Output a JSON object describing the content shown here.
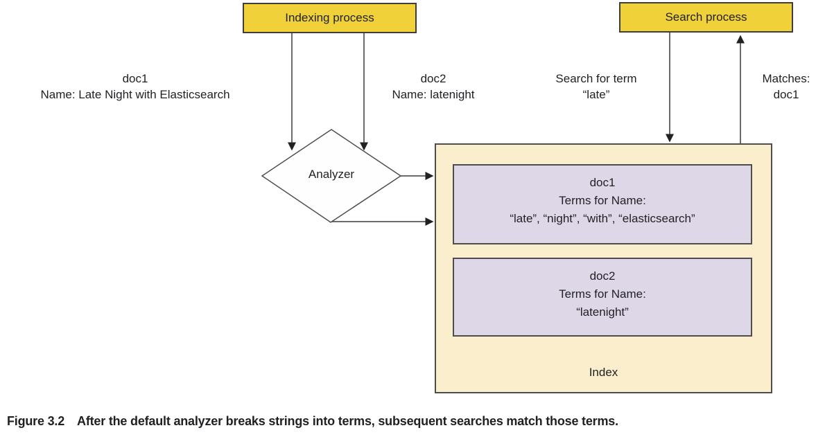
{
  "diagram": {
    "indexing_process_label": "Indexing process",
    "search_process_label": "Search process",
    "doc1_source": {
      "line1": "doc1",
      "line2": "Name: Late Night with Elasticsearch"
    },
    "doc2_source": {
      "line1": "doc2",
      "line2": "Name: latenight"
    },
    "search_query": {
      "line1": "Search for term",
      "line2": "“late”"
    },
    "search_result": {
      "line1": "Matches:",
      "line2": "doc1"
    },
    "analyzer_label": "Analyzer",
    "index": {
      "label": "Index",
      "entries": [
        {
          "title": "doc1",
          "subtitle": "Terms for Name:",
          "terms": "“late”, “night”, “with”, “elasticsearch”"
        },
        {
          "title": "doc2",
          "subtitle": "Terms for Name:",
          "terms": "“latenight”"
        }
      ]
    }
  },
  "caption": {
    "figure_label": "Figure 3.2",
    "text": "After the default analyzer breaks strings into terms, subsequent searches match those terms."
  },
  "colors": {
    "process_box_fill": "#f0d139",
    "index_fill": "#fbeecc",
    "entry_fill": "#ded7e7",
    "line": "#3a3a3a"
  }
}
